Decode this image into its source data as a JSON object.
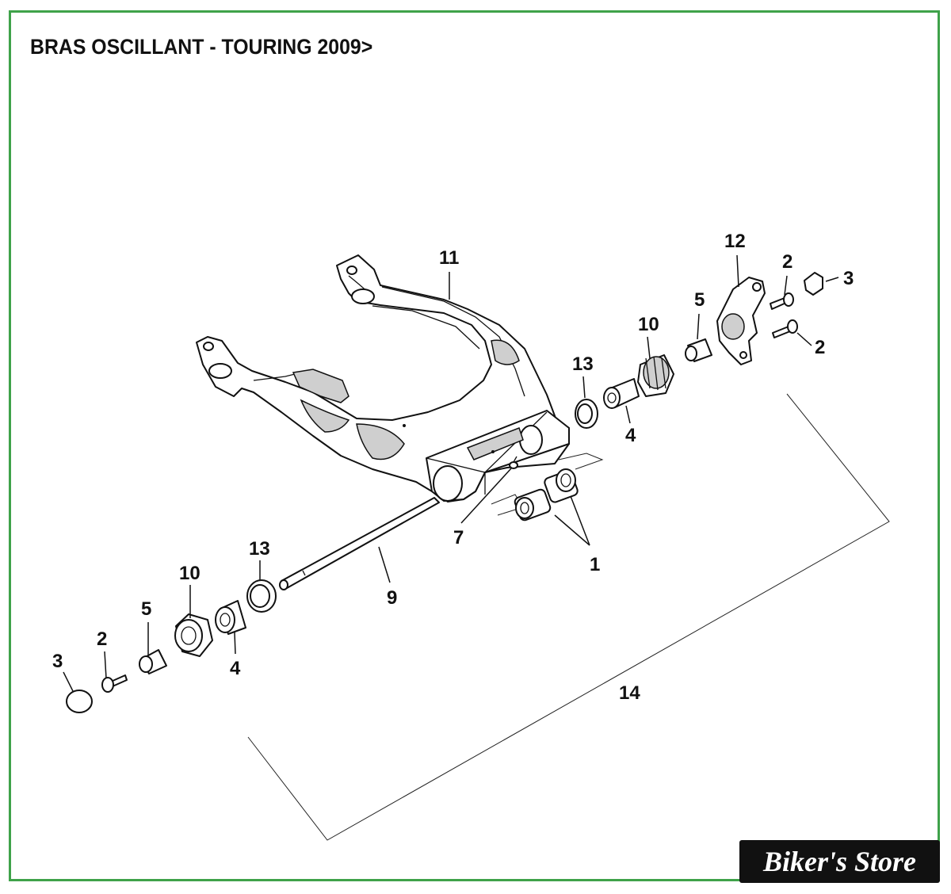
{
  "title": "BRAS OSCILLANT - TOURING 2009>",
  "callouts": {
    "c1": "1",
    "c2a": "2",
    "c2b": "2",
    "c2c": "2",
    "c3a": "3",
    "c3b": "3",
    "c4a": "4",
    "c4b": "4",
    "c5a": "5",
    "c5b": "5",
    "c7": "7",
    "c9": "9",
    "c10a": "10",
    "c10b": "10",
    "c11": "11",
    "c12": "12",
    "c13a": "13",
    "c13b": "13",
    "c14": "14"
  },
  "logo": "Biker's Store",
  "colors": {
    "frame": "#3fa24a",
    "logo_bg": "#111111",
    "logo_text": "#ffffff"
  }
}
